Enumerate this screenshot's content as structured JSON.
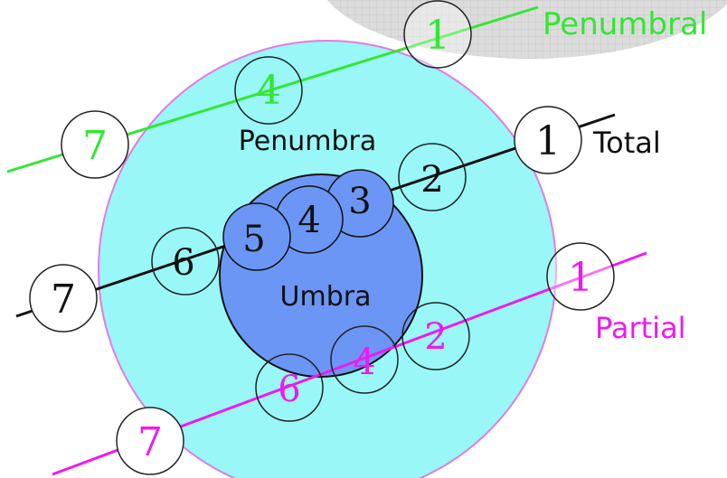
{
  "colors": {
    "background": "#ffffff",
    "earth_shadow_top": "#d6d6d6",
    "penumbra_fill": "#99f7f7",
    "penumbra_stroke": "#e07ce0",
    "umbra_fill": "#6b96f5",
    "umbra_stroke": "#111111",
    "penumbral_path": "#33e633",
    "total_path": "#111111",
    "partial_path": "#ee1aee",
    "moon_stroke": "#111111"
  },
  "labels": {
    "penumbra_region": "Penumbra",
    "umbra_region": "Umbra",
    "penumbral_eclipse": "Penumbral",
    "total_eclipse": "Total",
    "partial_eclipse": "Partial"
  },
  "paths": {
    "penumbral": {
      "name": "Penumbral",
      "color": "#33e633",
      "contacts": [
        "1",
        "4",
        "7"
      ]
    },
    "total": {
      "name": "Total",
      "color": "#111111",
      "contacts": [
        "1",
        "2",
        "3",
        "4",
        "5",
        "6",
        "7"
      ]
    },
    "partial": {
      "name": "Partial",
      "color": "#ee1aee",
      "contacts": [
        "1",
        "2",
        "4",
        "6",
        "7"
      ]
    }
  }
}
